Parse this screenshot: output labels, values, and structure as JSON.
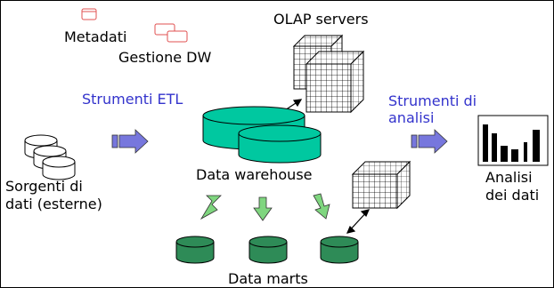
{
  "labels": {
    "metadati": "Metadati",
    "gestione_dw": "Gestione DW",
    "olap_servers": "OLAP servers",
    "strumenti_etl": "Strumenti ETL",
    "strumenti_analisi_line1": "Strumenti di",
    "strumenti_analisi_line2": "analisi",
    "sorgenti_line1": "Sorgenti di",
    "sorgenti_line2": "dati (esterne)",
    "data_warehouse": "Data warehouse",
    "analisi_line1": "Analisi",
    "analisi_line2": "dei dati",
    "data_marts": "Data marts"
  },
  "colors": {
    "warehouse_fill": "#00c8a0",
    "mart_fill": "#2e8b57",
    "arrow_blue": "#7777dd",
    "arrow_green": "#7fd67f",
    "etl_text": "#3333cc",
    "meta_box_stroke": "#e05050"
  },
  "icons": [
    "metadata-icon",
    "dw-management-icon",
    "olap-cube-icon",
    "database-icon",
    "chart-icon",
    "arrow-icon"
  ]
}
